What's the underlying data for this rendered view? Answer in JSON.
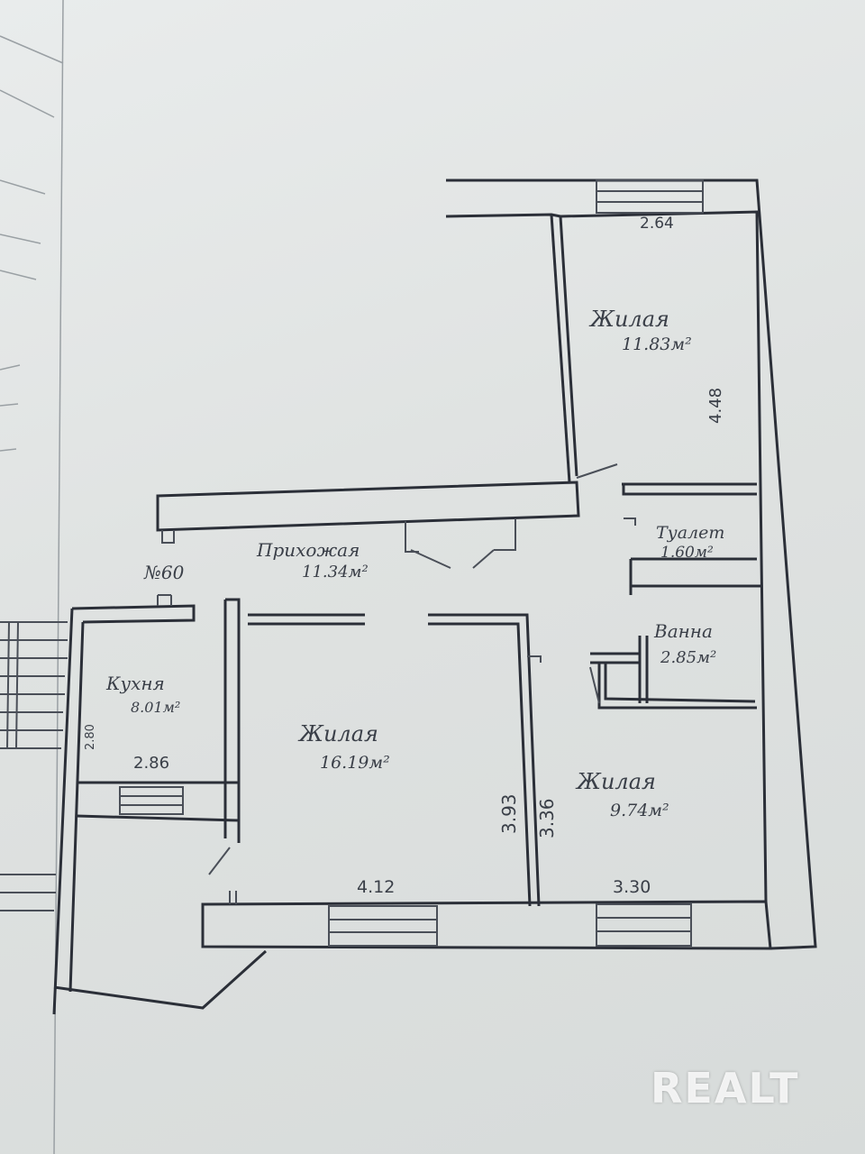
{
  "apartment_number": "№60",
  "rooms": [
    {
      "id": "living-top",
      "name": "Жилая",
      "area": "11.83м²"
    },
    {
      "id": "hallway",
      "name": "Прихожая",
      "area": "11.34м²"
    },
    {
      "id": "toilet",
      "name": "Туалет",
      "area": "1.60м²"
    },
    {
      "id": "bath",
      "name": "Ванна",
      "area": "2.85м²"
    },
    {
      "id": "kitchen",
      "name": "Кухня",
      "area": "8.01м²"
    },
    {
      "id": "living-center",
      "name": "Жилая",
      "area": "16.19м²"
    },
    {
      "id": "living-right",
      "name": "Жилая",
      "area": "9.74м²"
    }
  ],
  "dimensions": {
    "top_room_width": "2.64",
    "top_room_length": "4.48",
    "kitchen_width": "2.86",
    "kitchen_depth": "2.80",
    "center_room_depth": "3.93",
    "right_room_depth": "3.36",
    "center_room_width": "4.12",
    "right_room_width": "3.30"
  },
  "watermark": "REALT",
  "colors": {
    "ink": "#2b2f38",
    "paper": "#e2e5e4"
  }
}
